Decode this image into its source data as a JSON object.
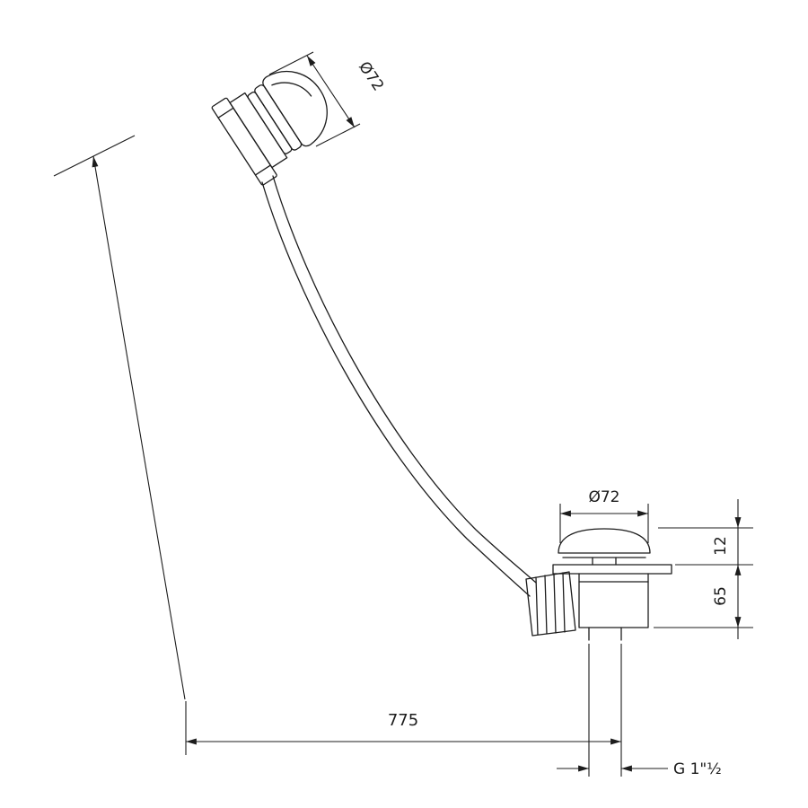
{
  "colors": {
    "line": "#1c1c1c",
    "background": "#ffffff"
  },
  "labels": {
    "overflow_diameter": "Ø72",
    "drain_diameter": "Ø72",
    "drain_cap_height": "12",
    "drain_body_height": "65",
    "cable_length": "775",
    "drain_thread": "G 1\"½"
  }
}
